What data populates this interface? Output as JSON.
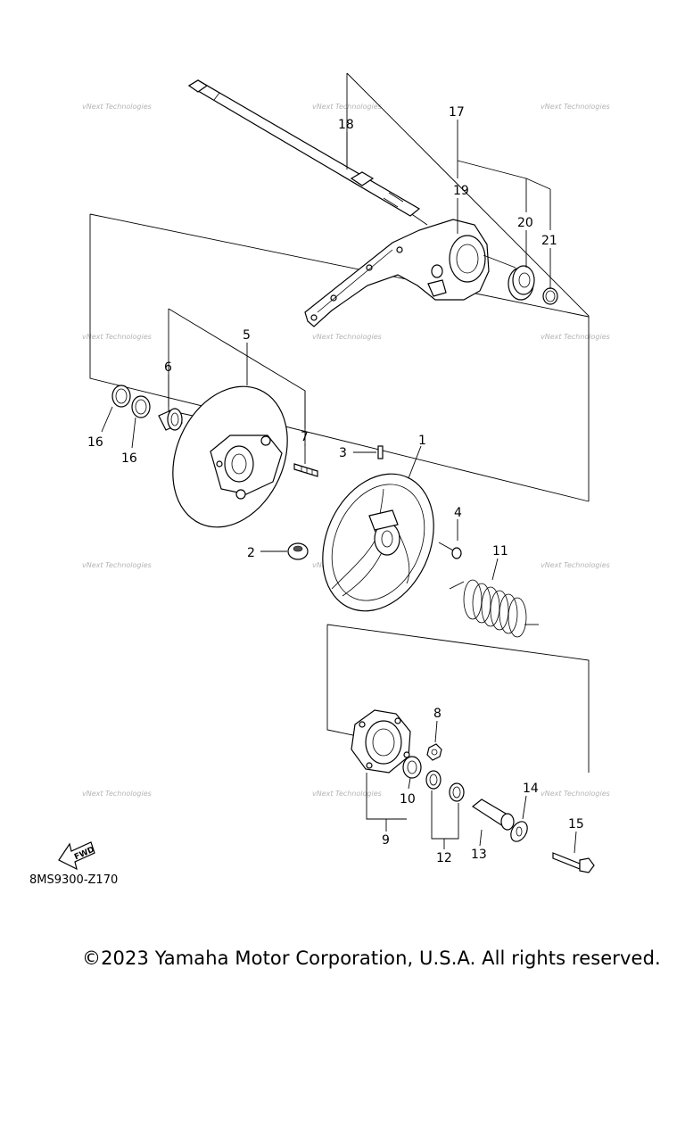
{
  "diagram": {
    "callouts": [
      "1",
      "2",
      "3",
      "4",
      "5",
      "6",
      "7",
      "8",
      "9",
      "10",
      "11",
      "12",
      "13",
      "14",
      "15",
      "16",
      "16",
      "17",
      "18",
      "19",
      "20",
      "21"
    ],
    "fwd_label": "FWD",
    "watermark": "vNext Technologies",
    "code": "8MS9300-Z170"
  },
  "footer": {
    "copyright": "©2023 Yamaha Motor Corporation, U.S.A. All rights reserved."
  }
}
